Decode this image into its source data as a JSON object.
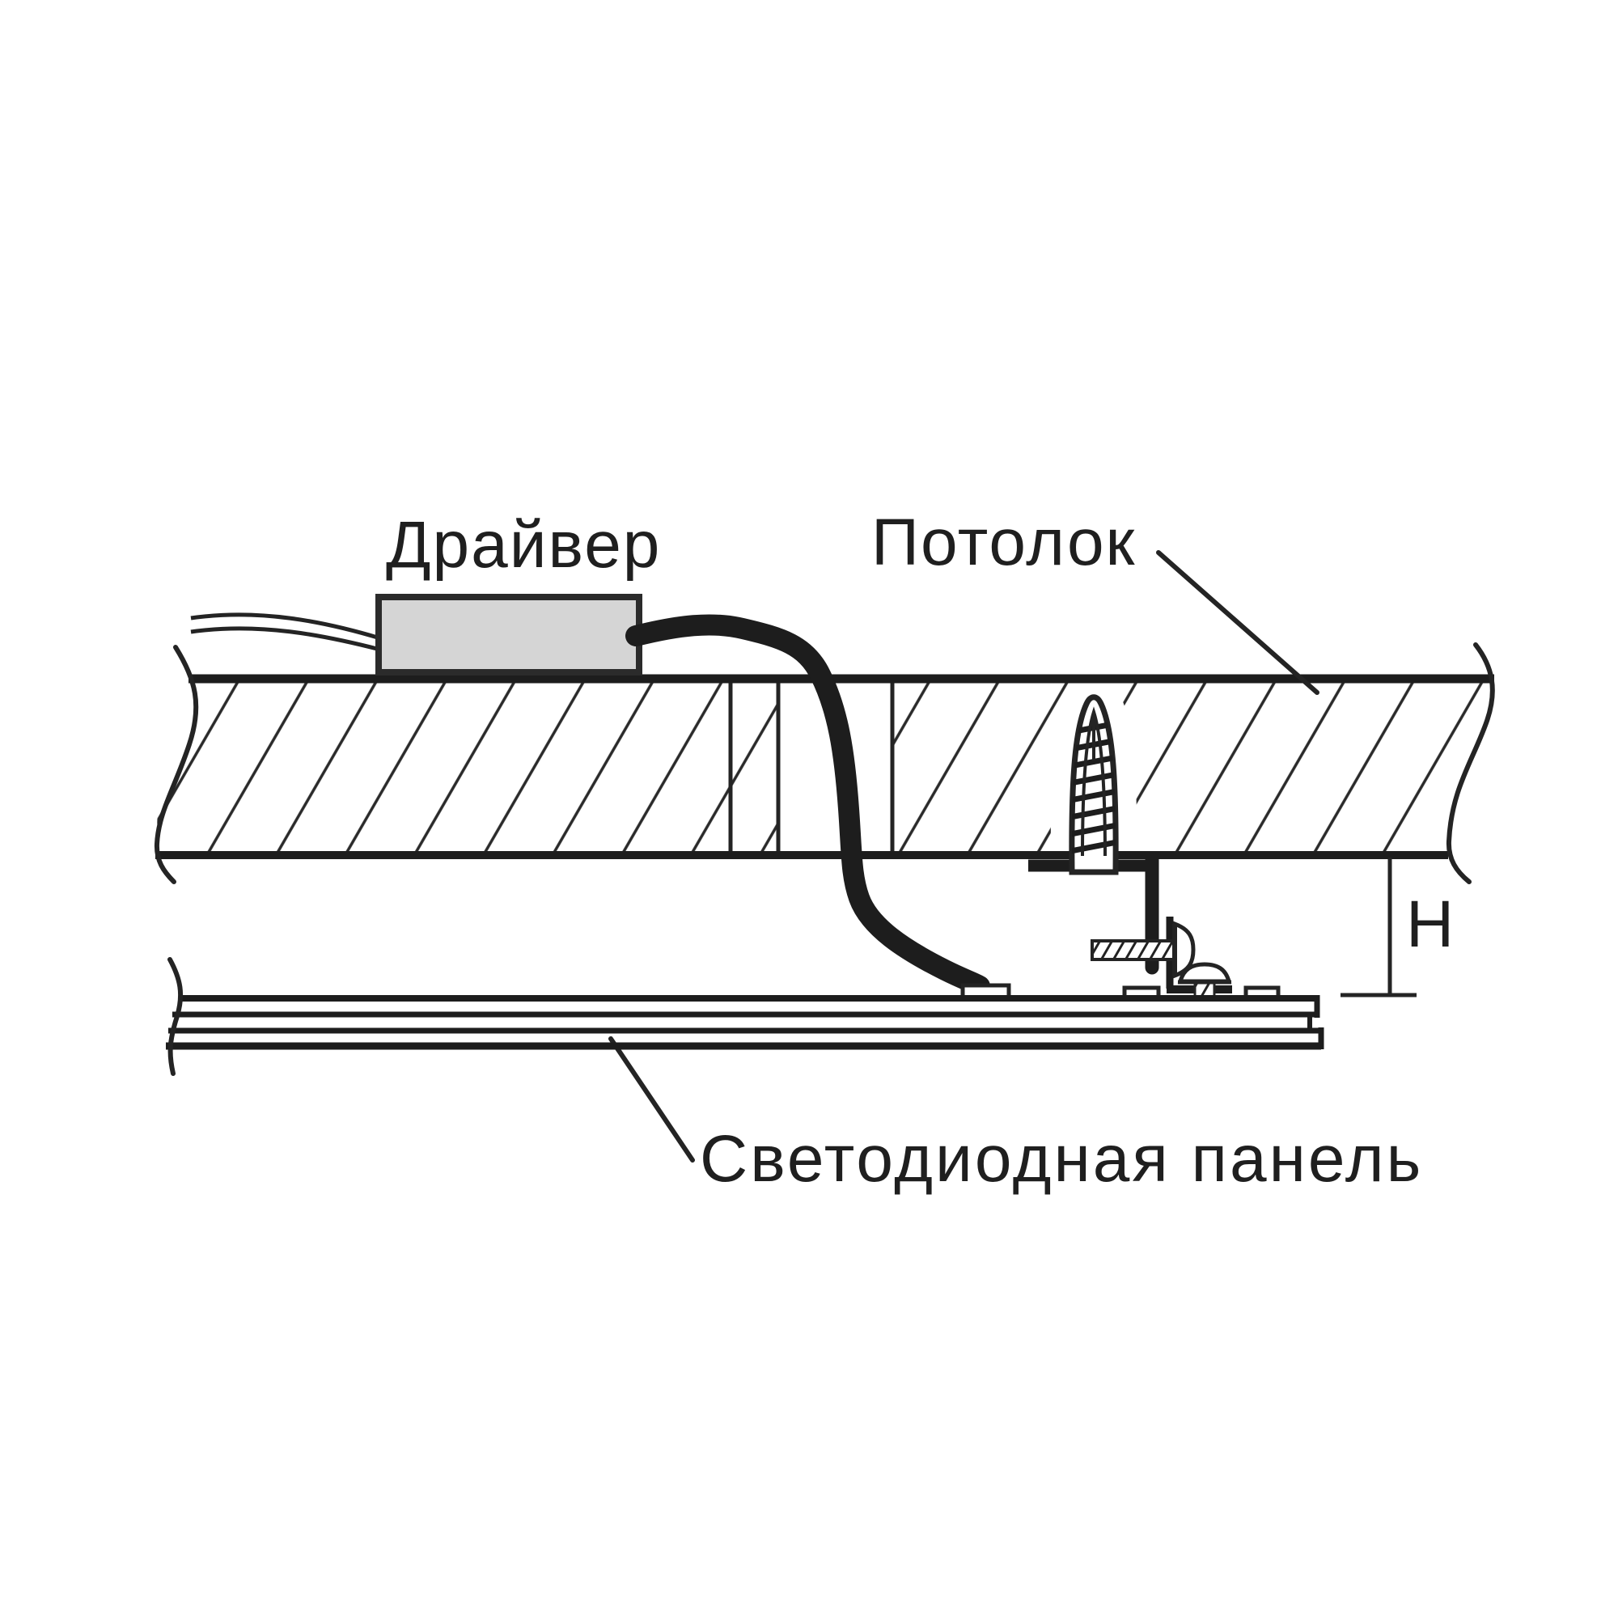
{
  "diagram": {
    "type": "technical-installation-drawing",
    "language": "ru",
    "labels": {
      "driver": "Драйвер",
      "ceiling": "Потолок",
      "led_panel": "Светодиодная панель",
      "height_dimension": "H"
    },
    "parts": [
      "driver-box",
      "supply-wires",
      "power-cable",
      "ceiling-slab-hatched",
      "ceiling-opening",
      "dowel-anchor",
      "hanger-bracket",
      "fixing-bolt",
      "fixing-screw",
      "l-bracket",
      "led-panel-profile",
      "panel-connector-tab",
      "panel-clip-tabs",
      "break-lines",
      "h-dimension-lines",
      "leader-lines"
    ],
    "colors": {
      "ink": "#212121",
      "driver_fill": "#d5d5d5",
      "background": "#ffffff"
    }
  }
}
